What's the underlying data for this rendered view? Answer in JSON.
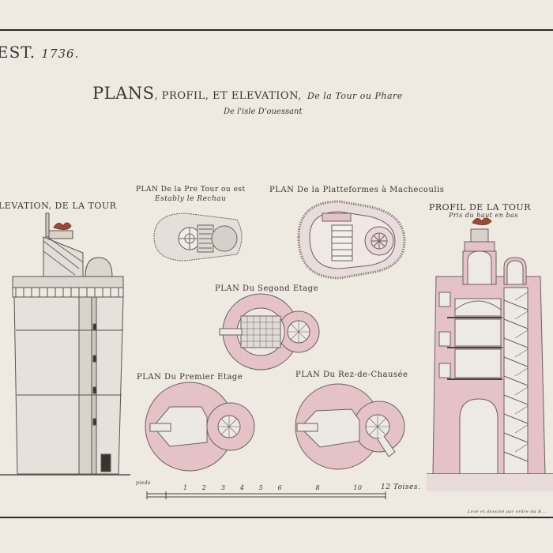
{
  "header": {
    "corner_title": "EST.",
    "corner_year": "1736."
  },
  "title": {
    "main": "PLANS",
    "rest": ", PROFIL, ET ELEVATION,",
    "tail": "De la Tour ou Phare",
    "subtitle": "De l'isle D'ouessant"
  },
  "labels": {
    "elevation": "LEVATION, DE LA TOUR",
    "plan_first_tower": "PLAN De la Pre Tour ou est",
    "plan_first_tower_2": "Estably le Rechau",
    "plan_platform": "PLAN De la Platteformes à Machecoulis",
    "profile": "PROFIL DE LA TOUR",
    "profile_sub": "Pris du haut en bas",
    "second_floor": "PLAN Du Segond Etage",
    "first_floor": "PLAN Du Premier Etage",
    "ground_floor": "PLAN Du Rez-de-Chausée"
  },
  "scale": {
    "unit_label": "12 Toises.",
    "left_label": "pieds",
    "ticks": [
      "1",
      "2",
      "3",
      "4",
      "5",
      "6",
      "8",
      "10"
    ]
  },
  "footer": {
    "note": "Levé et dessiné par ordre du R..."
  },
  "colors": {
    "paper": "#eeeae2",
    "ink": "#3a3430",
    "wash_pink": "#e8c4c8",
    "wash_pink_dark": "#d9a7ae",
    "flame": "#9c4a38"
  }
}
